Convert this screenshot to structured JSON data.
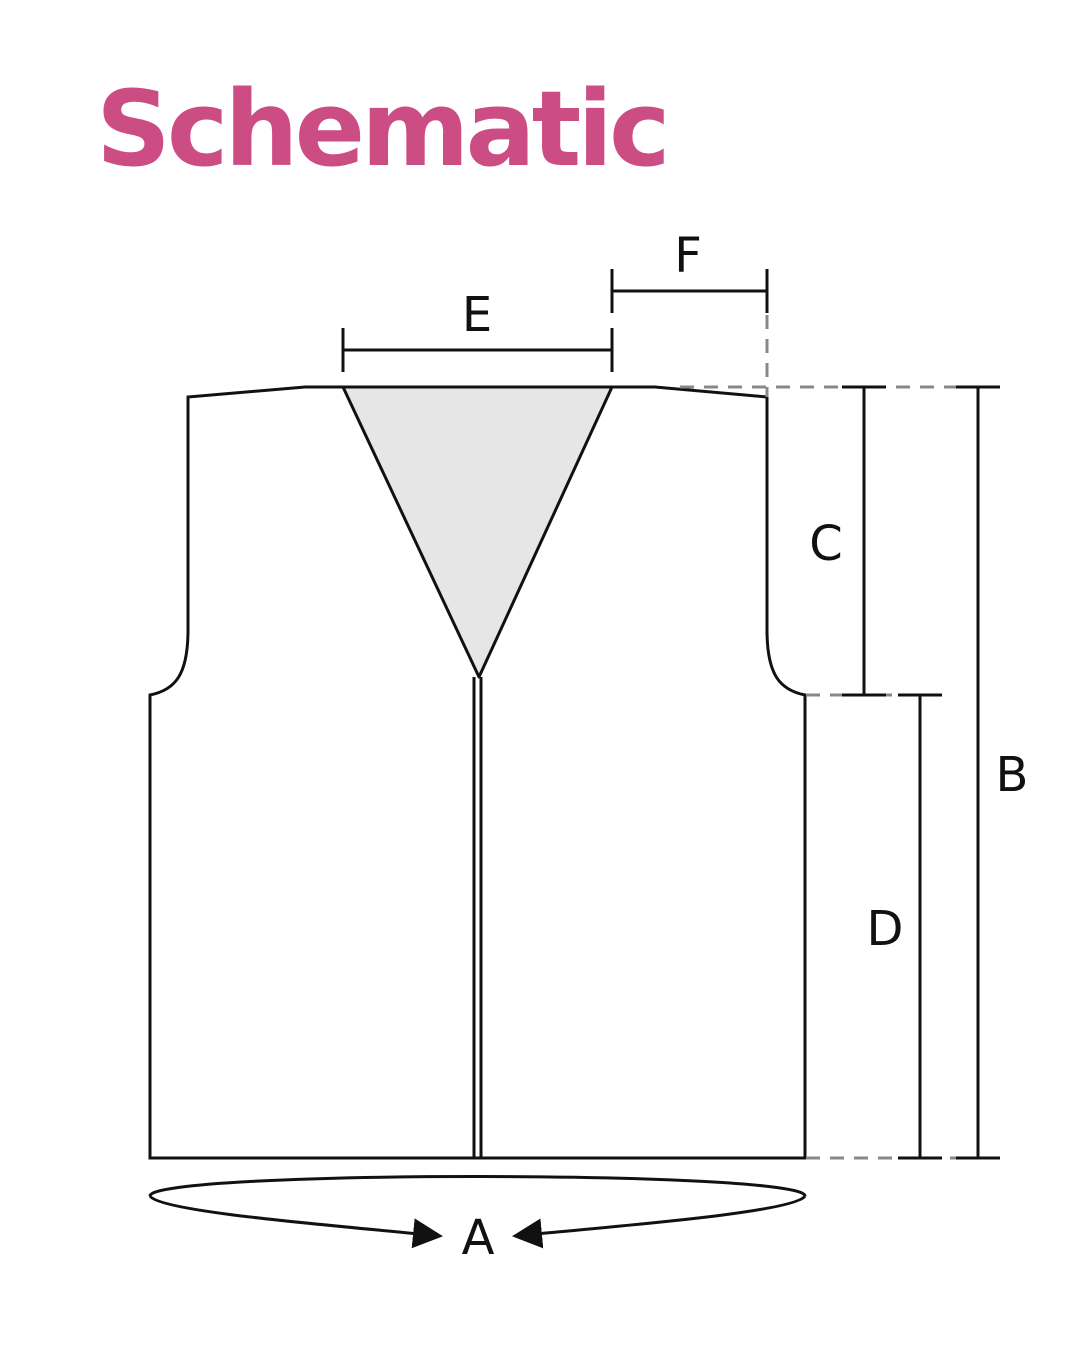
{
  "title": "Schematic",
  "colors": {
    "title": "#cc4c84",
    "outline": "#111111",
    "neck_fill": "#e6e6e6",
    "guide_dash": "#888888"
  },
  "labels": {
    "a": "A",
    "b": "B",
    "c": "C",
    "d": "D",
    "e": "E",
    "f": "F"
  }
}
